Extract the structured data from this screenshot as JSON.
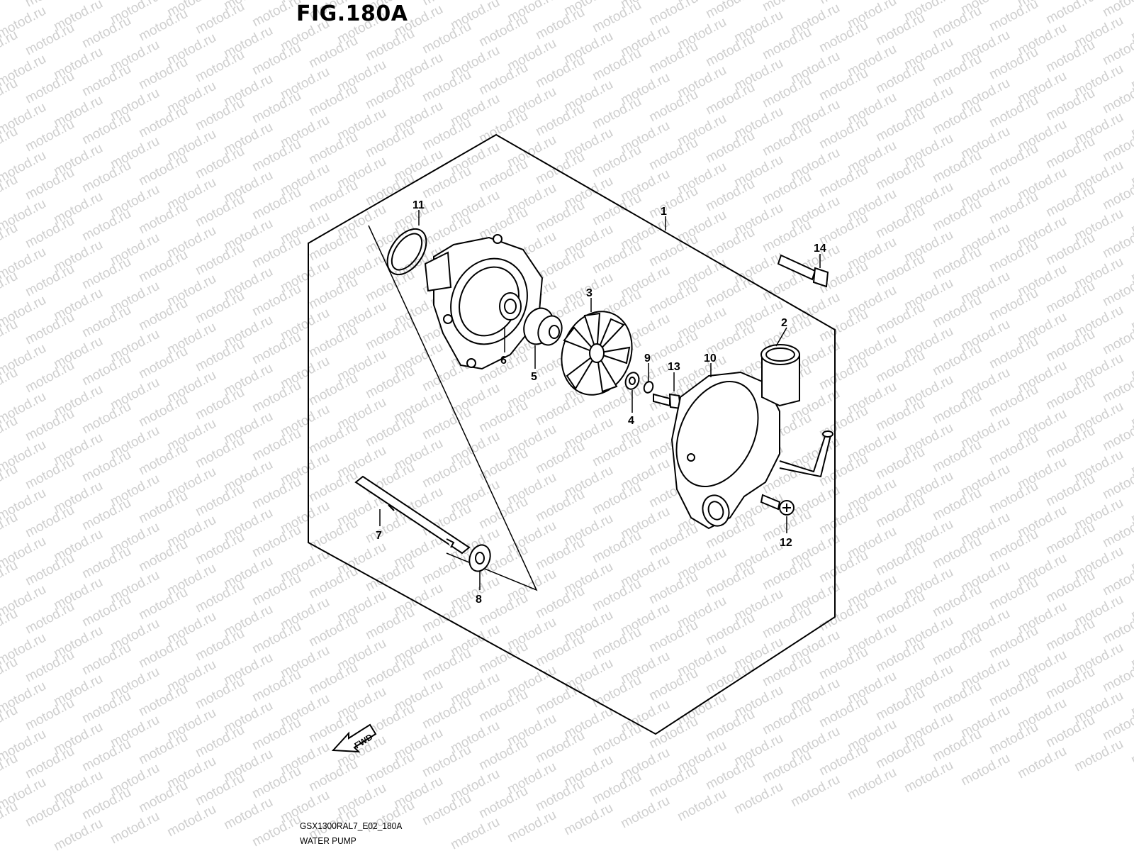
{
  "figure": {
    "title": "FIG.180A"
  },
  "caption": {
    "code": "GSX1300RAL7_E02_180A",
    "name": "WATER PUMP"
  },
  "fwd_label": "FWD",
  "watermark": "motod.ru",
  "callouts": [
    {
      "id": "1",
      "label": "1"
    },
    {
      "id": "2",
      "label": "2"
    },
    {
      "id": "3",
      "label": "3"
    },
    {
      "id": "4",
      "label": "4"
    },
    {
      "id": "5",
      "label": "5"
    },
    {
      "id": "6",
      "label": "6"
    },
    {
      "id": "7",
      "label": "7"
    },
    {
      "id": "8",
      "label": "8"
    },
    {
      "id": "9",
      "label": "9"
    },
    {
      "id": "10",
      "label": "10"
    },
    {
      "id": "11",
      "label": "11"
    },
    {
      "id": "12",
      "label": "12"
    },
    {
      "id": "13",
      "label": "13"
    },
    {
      "id": "14",
      "label": "14"
    }
  ]
}
